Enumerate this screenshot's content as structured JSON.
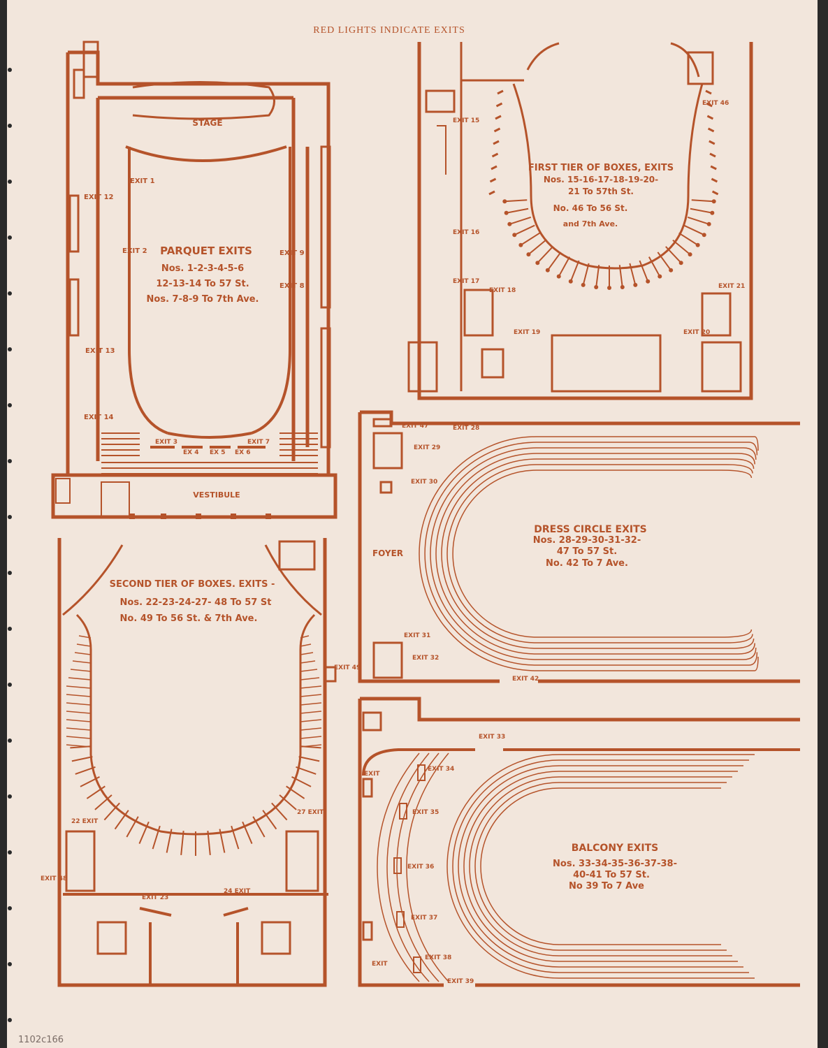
{
  "header": "RED LIGHTS INDICATE EXITS",
  "catalog_mark": "1102c166",
  "colors": {
    "paper": "#f2e6dc",
    "ink": "#b5532a",
    "background": "#2a2a2a"
  },
  "parquet": {
    "stage": "STAGE",
    "vestibule": "VESTIBULE",
    "title": "PARQUET EXITS",
    "lines": [
      "Nos. 1-2-3-4-5-6",
      "12-13-14 To 57 St.",
      "Nos. 7-8-9 To 7th Ave."
    ],
    "exits": [
      "EXIT 1",
      "EXIT 2",
      "EXIT 12",
      "EXIT 13",
      "EXIT 14",
      "EXIT 9",
      "EXIT 8",
      "EXIT 3",
      "EX 4",
      "EX 5",
      "EX 6",
      "EXIT 7"
    ]
  },
  "first_tier": {
    "title": "FIRST TIER OF BOXES, EXITS",
    "lines": [
      "Nos. 15-16-17-18-19-20-",
      "21 To 57th St.",
      "No. 46 To 56 St.",
      "and 7th Ave."
    ],
    "exits": [
      "EXIT 15",
      "EXIT 16",
      "EXIT 17",
      "EXIT 18",
      "EXIT 19",
      "EXIT 46",
      "EXIT 21",
      "EXIT 20"
    ]
  },
  "second_tier": {
    "title": "SECOND TIER OF BOXES. EXITS -",
    "lines": [
      "Nos. 22-23-24-27- 48 To 57 St",
      "No. 49 To 56 St. & 7th Ave."
    ],
    "exits": [
      "EXIT 49",
      "22 EXIT",
      "27 EXIT",
      "EXIT 48",
      "EXIT 23",
      "24 EXIT"
    ]
  },
  "dress_circle": {
    "foyer": "FOYER",
    "title": "DRESS CIRCLE EXITS",
    "lines": [
      "Nos. 28-29-30-31-32-",
      "47 To 57 St.",
      "No. 42 To 7 Ave."
    ],
    "exits": [
      "EXIT 47",
      "EXIT 28",
      "EXIT 29",
      "EXIT 30",
      "EXIT 31",
      "EXIT 32",
      "EXIT 42"
    ]
  },
  "balcony": {
    "title": "BALCONY EXITS",
    "lines": [
      "Nos. 33-34-35-36-37-38-",
      "40-41 To 57 St.",
      "No 39 To 7 Ave"
    ],
    "exits": [
      "EXIT 33",
      "EXIT",
      "EXIT 34",
      "EXIT 35",
      "EXIT 36",
      "EXIT 37",
      "EXIT 38",
      "EXIT 39",
      "EXIT"
    ]
  }
}
